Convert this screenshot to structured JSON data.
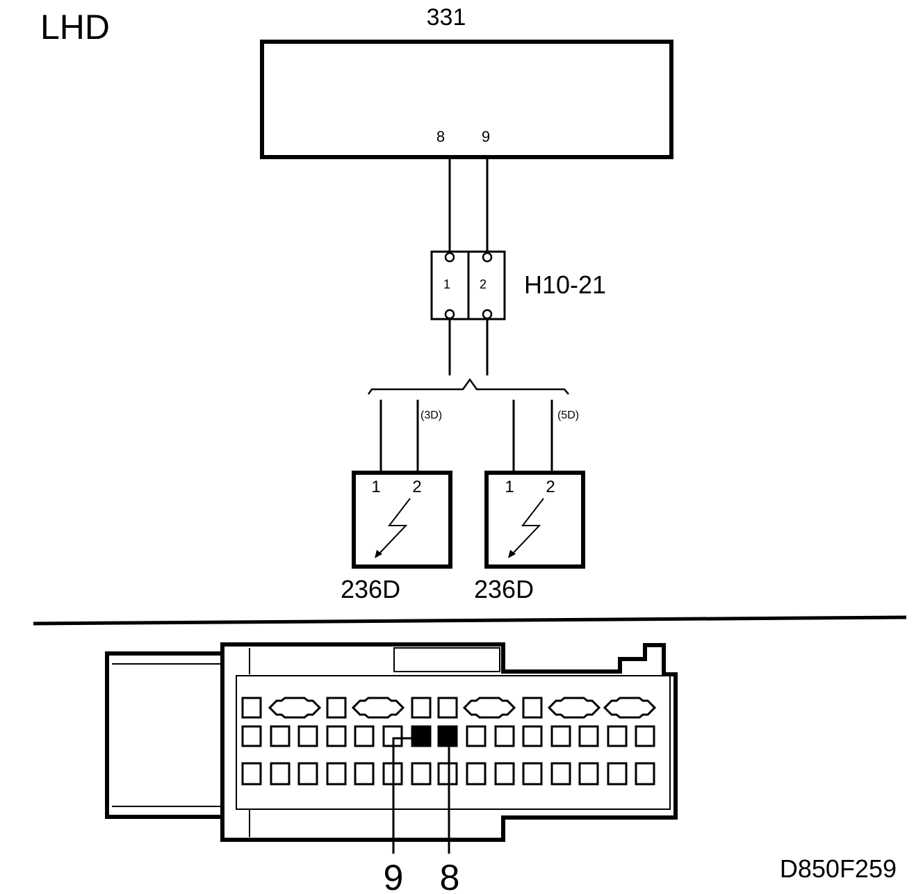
{
  "diagram": {
    "variant_label": "LHD",
    "module": {
      "label": "331",
      "pins": [
        "8",
        "9"
      ]
    },
    "junction": {
      "label": "H10-21",
      "pins": [
        "1",
        "2"
      ]
    },
    "branches": [
      {
        "variant": "(3D)",
        "component": "236D",
        "pins": [
          "1",
          "2"
        ]
      },
      {
        "variant": "(5D)",
        "component": "236D",
        "pins": [
          "1",
          "2"
        ]
      }
    ],
    "connector_view": {
      "highlighted_pins": [
        "9",
        "8"
      ]
    },
    "figure_code": "D850F259"
  }
}
